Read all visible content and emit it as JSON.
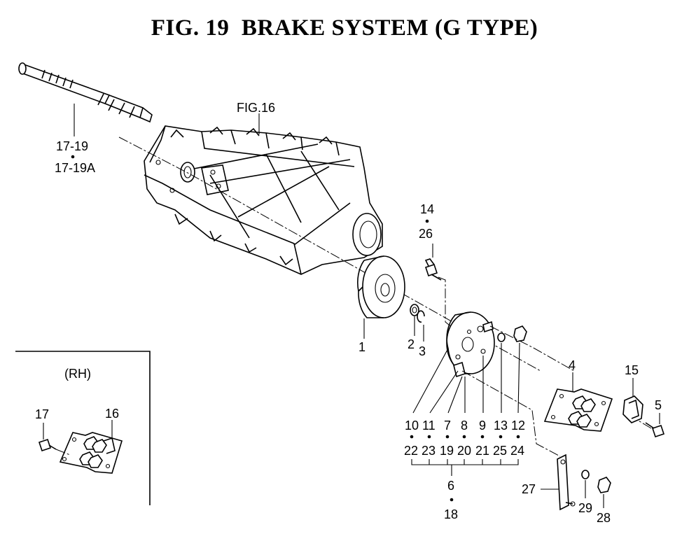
{
  "title": "FIG. 19  BRAKE SYSTEM (G TYPE)",
  "refs": {
    "fig16": "FIG.16",
    "shaft_a": "17-19",
    "shaft_b": "17-19A"
  },
  "callouts": {
    "p1": "1",
    "p2": "2",
    "p3": "3",
    "p4": "4",
    "p5": "5",
    "p15": "15",
    "p14": "14",
    "p26": "26",
    "p27": "27",
    "p28": "28",
    "p29": "29",
    "p6": "6",
    "p18": "18"
  },
  "kit_top": [
    "10",
    "11",
    "7",
    "8",
    "9",
    "13",
    "12"
  ],
  "kit_bottom": [
    "22",
    "23",
    "19",
    "20",
    "21",
    "25",
    "24"
  ],
  "inset": {
    "label": "(RH)",
    "p16": "16",
    "p17": "17"
  }
}
